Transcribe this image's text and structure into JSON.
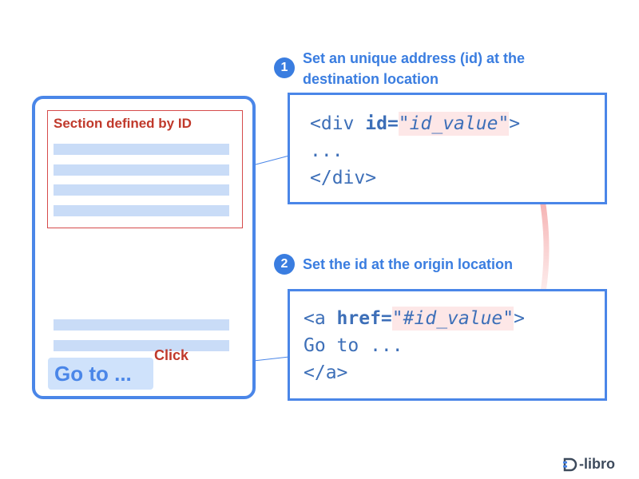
{
  "left_panel": {
    "section_title": "Section defined by ID",
    "goto_label": "Go to ...",
    "click_label": "Click"
  },
  "step1": {
    "number": "1",
    "text_line1": "Set an unique address (id) at the",
    "text_line2": "destination location"
  },
  "step2": {
    "number": "2",
    "text": "Set the id at the origin location"
  },
  "code1": {
    "l1_open": "<div ",
    "l1_attr": "id=",
    "l1_q1": "\"",
    "l1_value": "id_value",
    "l1_q2": "\"",
    "l1_close": ">",
    "l2": "...",
    "l3": "</div>"
  },
  "code2": {
    "l1_open": "<a ",
    "l1_attr": "href=",
    "l1_q1": "\"",
    "l1_value": "#id_value",
    "l1_q2": "\"",
    "l1_close": ">",
    "l2": "Go to ...",
    "l3": "</a>"
  },
  "logo": {
    "text": "-libro"
  },
  "colors": {
    "accent_blue": "#4a86e8",
    "red": "#c0392b",
    "arrow_pink": "#f4a3a3",
    "highlight_pink": "#fde7e7"
  }
}
